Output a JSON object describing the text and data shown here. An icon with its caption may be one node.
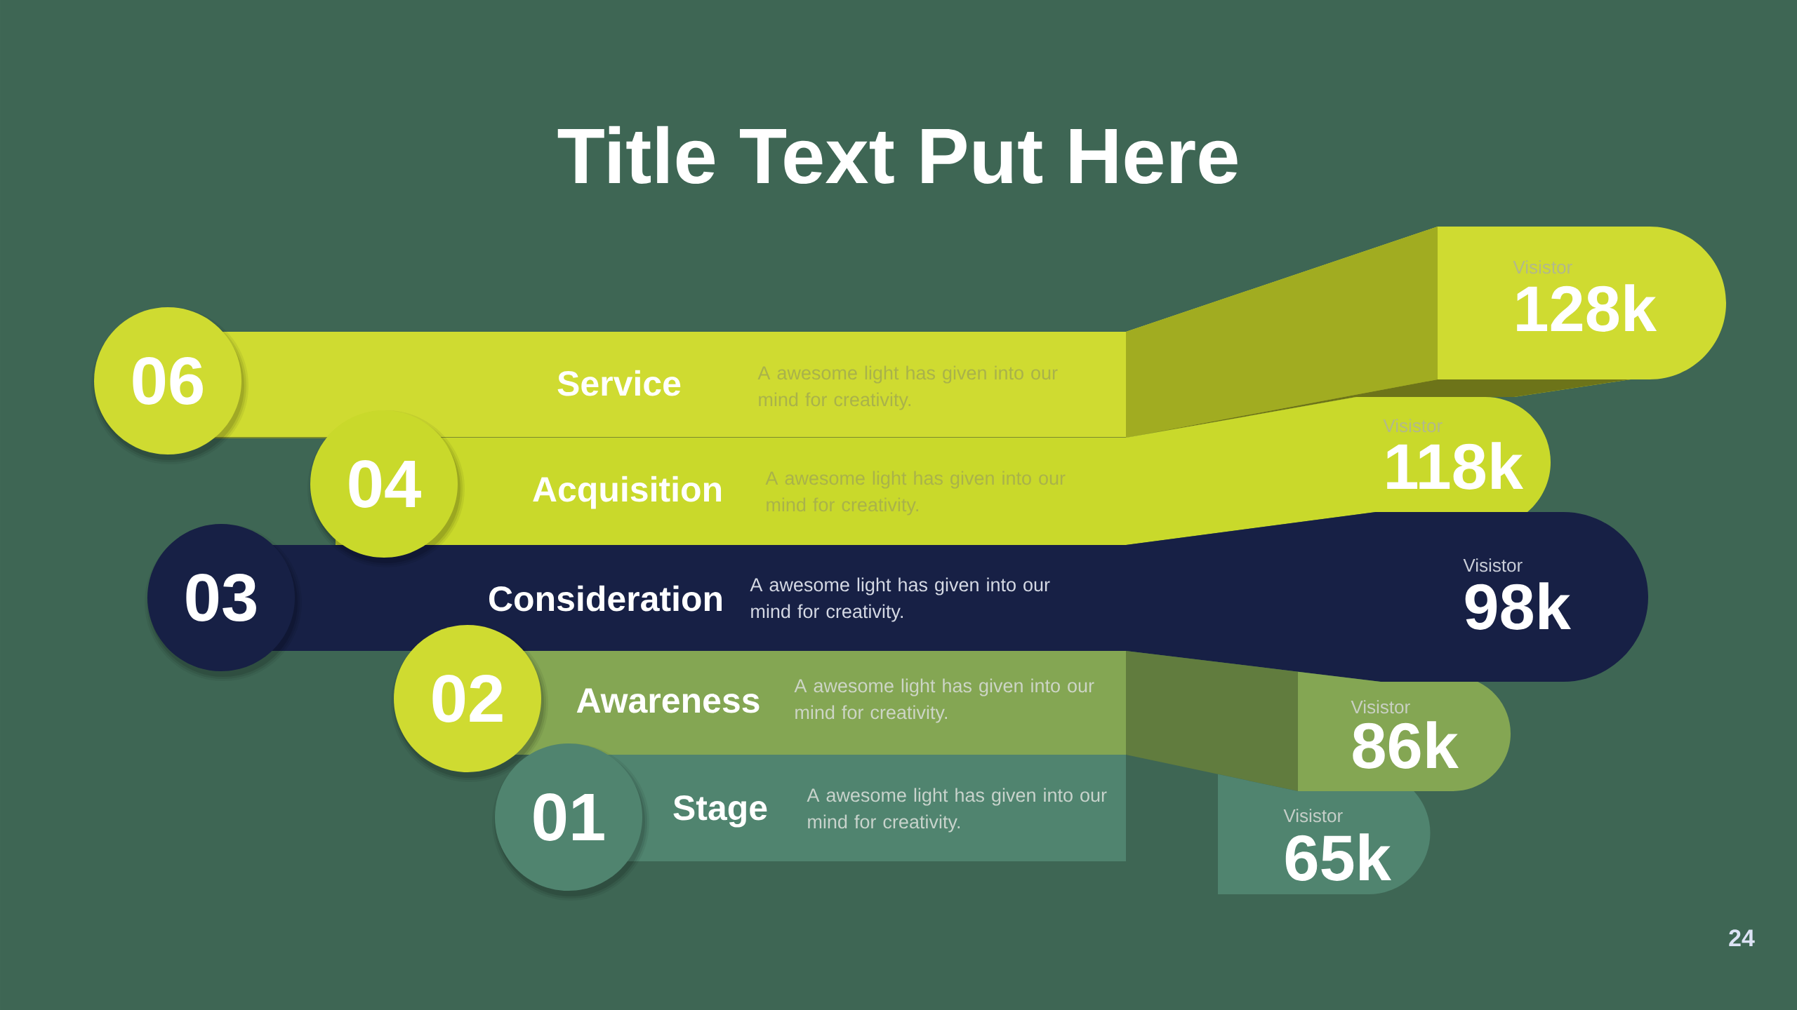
{
  "diagram": {
    "title": "Title Text Put Here",
    "nodes": [
      {
        "text": [
          "06"
        ]
      },
      {
        "text": [
          "Service",
          "A awesome light has given into our mind for creativity.",
          "Visistor",
          "128k"
        ]
      },
      {
        "text": [
          "04"
        ]
      },
      {
        "text": [
          "Acquisition",
          "A awesome light has given into our mind for creativity.",
          "Visistor",
          "118k"
        ]
      },
      {
        "text": [
          "03"
        ]
      },
      {
        "text": [
          "Consideration",
          "A awesome light has given into our mind for creativity.",
          "Visistor",
          "98k"
        ]
      },
      {
        "text": [
          "02"
        ]
      },
      {
        "text": [
          "Awareness",
          "A awesome light has given into our mind for creativity.",
          "Visistor",
          "86k"
        ]
      },
      {
        "text": [
          "01"
        ]
      },
      {
        "text": [
          "Stage",
          "A awesome light has given into our mind for creativity.",
          "Visistor",
          "65k"
        ]
      }
    ],
    "labels": [
      "24"
    ]
  }
}
